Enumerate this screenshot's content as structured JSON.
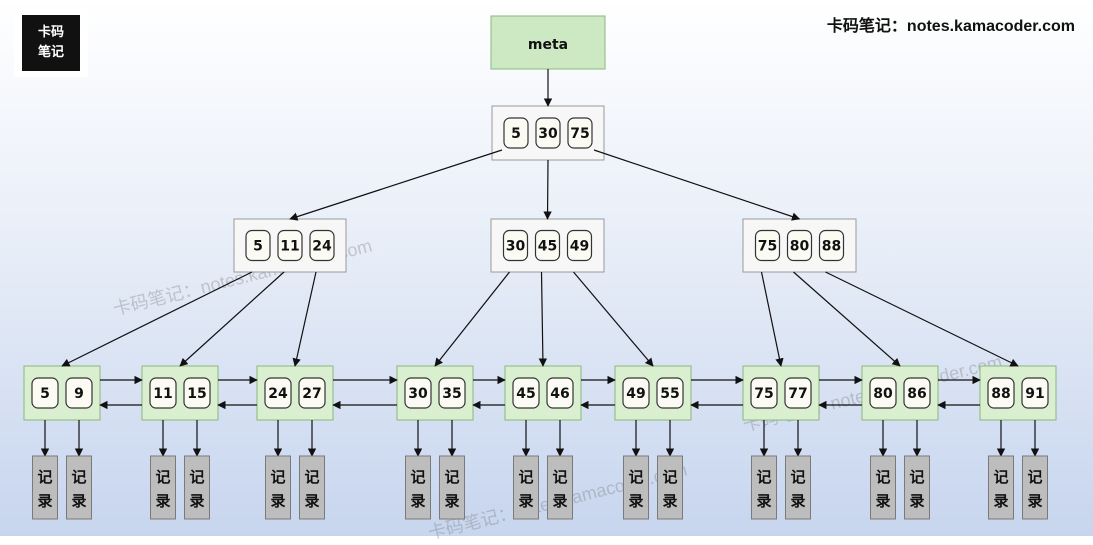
{
  "logo": {
    "line1": "卡码",
    "line2": "笔记"
  },
  "site_label": "卡码笔记：notes.kamacoder.com",
  "watermark": "卡码笔记：notes.kamacoder.com",
  "meta_label": "meta",
  "root": {
    "keys": [
      "5",
      "30",
      "75"
    ]
  },
  "internal": [
    {
      "keys": [
        "5",
        "11",
        "24"
      ]
    },
    {
      "keys": [
        "30",
        "45",
        "49"
      ]
    },
    {
      "keys": [
        "75",
        "80",
        "88"
      ]
    }
  ],
  "leaves": [
    {
      "keys": [
        "5",
        "9"
      ]
    },
    {
      "keys": [
        "11",
        "15"
      ]
    },
    {
      "keys": [
        "24",
        "27"
      ]
    },
    {
      "keys": [
        "30",
        "35"
      ]
    },
    {
      "keys": [
        "45",
        "46"
      ]
    },
    {
      "keys": [
        "49",
        "55"
      ]
    },
    {
      "keys": [
        "75",
        "77"
      ]
    },
    {
      "keys": [
        "80",
        "86"
      ]
    },
    {
      "keys": [
        "88",
        "91"
      ]
    }
  ],
  "record_label": "记录",
  "colors": {
    "leaf_fill": "#d9efd0",
    "internal_fill": "#f7f7f7",
    "meta_fill": "#cde9c4",
    "record_fill": "#bdbdbd"
  }
}
